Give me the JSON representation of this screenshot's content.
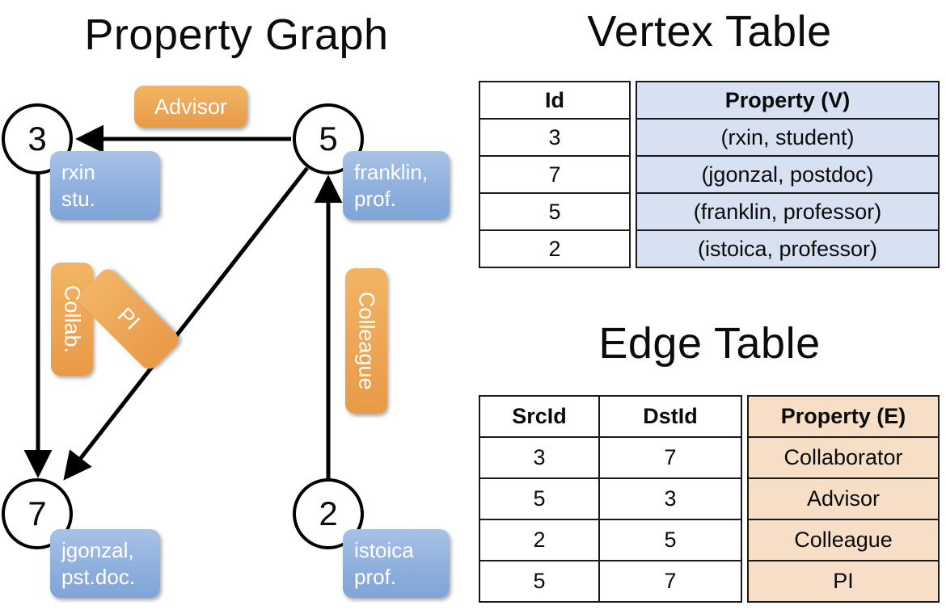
{
  "titles": {
    "property_graph": "Property Graph",
    "vertex_table": "Vertex Table",
    "edge_table": "Edge Table"
  },
  "colors": {
    "vertex_property_fill": "#d7e1f2",
    "edge_property_fill": "#f6dfc6",
    "node_box_blue": "#8fb0dd",
    "edge_label_orange": "#eda556",
    "stroke": "#000000",
    "background": "#ffffff"
  },
  "graph": {
    "nodes": [
      {
        "id": "3",
        "property_lines": [
          "rxin",
          "stu."
        ]
      },
      {
        "id": "5",
        "property_lines": [
          "franklin,",
          "prof."
        ]
      },
      {
        "id": "7",
        "property_lines": [
          "jgonzal,",
          "pst.doc."
        ]
      },
      {
        "id": "2",
        "property_lines": [
          "istoica",
          "prof."
        ]
      }
    ],
    "edge_labels": [
      {
        "name": "advisor",
        "text": "Advisor",
        "rotation": 0
      },
      {
        "name": "collab",
        "text": "Collab.",
        "rotation": 90
      },
      {
        "name": "pi",
        "text": "PI",
        "rotation": 45
      },
      {
        "name": "colleague",
        "text": "Colleague",
        "rotation": 90
      }
    ],
    "edges": [
      {
        "src": "5",
        "dst": "3",
        "label": "Advisor"
      },
      {
        "src": "3",
        "dst": "7",
        "label": "Collab."
      },
      {
        "src": "5",
        "dst": "7",
        "label": "PI"
      },
      {
        "src": "2",
        "dst": "5",
        "label": "Colleague"
      }
    ]
  },
  "vertex_table": {
    "headers": [
      "Id",
      "Property (V)"
    ],
    "rows": [
      {
        "id": "3",
        "property": "(rxin, student)"
      },
      {
        "id": "7",
        "property": "(jgonzal, postdoc)"
      },
      {
        "id": "5",
        "property": "(franklin, professor)"
      },
      {
        "id": "2",
        "property": "(istoica, professor)"
      }
    ]
  },
  "edge_table": {
    "headers": [
      "SrcId",
      "DstId",
      "Property (E)"
    ],
    "rows": [
      {
        "src": "3",
        "dst": "7",
        "property": "Collaborator"
      },
      {
        "src": "5",
        "dst": "3",
        "property": "Advisor"
      },
      {
        "src": "2",
        "dst": "5",
        "property": "Colleague"
      },
      {
        "src": "5",
        "dst": "7",
        "property": "PI"
      }
    ]
  }
}
